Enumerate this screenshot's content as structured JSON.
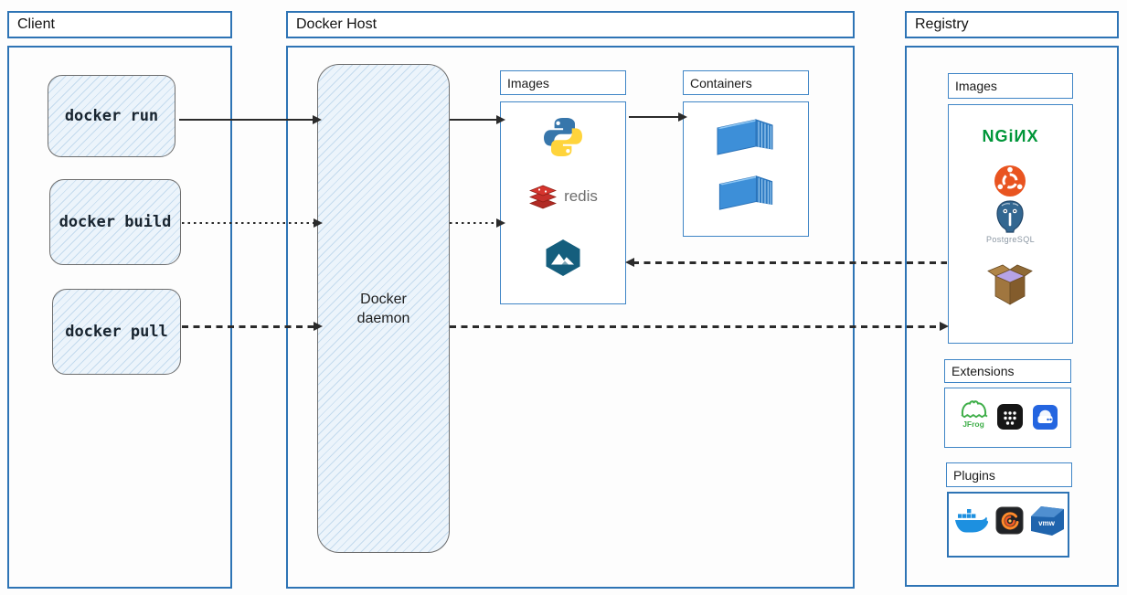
{
  "client": {
    "title": "Client",
    "commands": [
      {
        "label": "docker run"
      },
      {
        "label": "docker build"
      },
      {
        "label": "docker pull"
      }
    ]
  },
  "docker_host": {
    "title": "Docker Host",
    "daemon_label": "Docker daemon",
    "images_panel": {
      "title": "Images",
      "items": [
        {
          "name": "python"
        },
        {
          "name": "redis",
          "label": "redis"
        },
        {
          "name": "alpine"
        }
      ]
    },
    "containers_panel": {
      "title": "Containers",
      "items": [
        {
          "name": "container"
        },
        {
          "name": "container"
        }
      ]
    }
  },
  "registry": {
    "title": "Registry",
    "images_panel": {
      "title": "Images",
      "items": [
        {
          "name": "nginx",
          "label": "NGiИX"
        },
        {
          "name": "ubuntu"
        },
        {
          "name": "postgresql",
          "label": "PostgreSQL"
        },
        {
          "name": "busybox"
        }
      ]
    },
    "extensions_panel": {
      "title": "Extensions",
      "items": [
        {
          "name": "jfrog",
          "label": "JFrog"
        },
        {
          "name": "apps-grid"
        },
        {
          "name": "disk-usage"
        }
      ]
    },
    "plugins_panel": {
      "title": "Plugins",
      "items": [
        {
          "name": "docker-whale"
        },
        {
          "name": "grafana"
        },
        {
          "name": "vmware",
          "label": "vmw"
        }
      ]
    }
  },
  "edges": [
    {
      "from": "docker run",
      "to": "Docker daemon",
      "style": "solid"
    },
    {
      "from": "Docker daemon",
      "to": "Host Images",
      "style": "solid"
    },
    {
      "from": "Host Images",
      "to": "Containers",
      "style": "solid"
    },
    {
      "from": "docker build",
      "to": "Docker daemon",
      "style": "dotted"
    },
    {
      "from": "Docker daemon",
      "to": "Host Images",
      "style": "dotted"
    },
    {
      "from": "Registry Images",
      "to": "Host Images",
      "style": "dashed"
    },
    {
      "from": "docker pull",
      "to": "Docker daemon",
      "style": "dashed"
    },
    {
      "from": "Docker daemon",
      "to": "Registry Images",
      "style": "dashed"
    }
  ],
  "colors": {
    "frame_border": "#2e74b5",
    "panel_border": "#3f85c6",
    "sketch_fill": "#ecf4fb",
    "arrow": "#2b2b2b",
    "nginx_green": "#009639",
    "redis_red": "#c6302b",
    "ubuntu_orange": "#e95420",
    "postgres_blue": "#336791",
    "alpine_blue": "#155e7d",
    "python_blue": "#3776ab",
    "python_yellow": "#ffd43b",
    "container_blue": "#3d8fd8",
    "jfrog_green": "#3fae49",
    "docker_blue": "#1d90e0"
  }
}
